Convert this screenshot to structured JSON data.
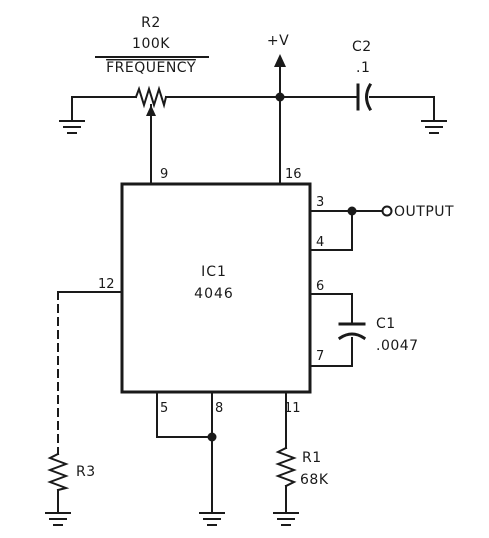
{
  "supply": {
    "label": "+V"
  },
  "ic": {
    "ref": "IC1",
    "part": "4046"
  },
  "r2": {
    "ref": "R2",
    "value": "100K",
    "name": "FREQUENCY"
  },
  "c2": {
    "ref": "C2",
    "value": ".1"
  },
  "c1": {
    "ref": "C1",
    "value": ".0047"
  },
  "r1": {
    "ref": "R1",
    "value": "68K"
  },
  "r3": {
    "ref": "R3"
  },
  "output": {
    "label": "OUTPUT"
  },
  "pins": {
    "p3": "3",
    "p4": "4",
    "p5": "5",
    "p6": "6",
    "p7": "7",
    "p8": "8",
    "p9": "9",
    "p11": "11",
    "p12": "12",
    "p16": "16"
  }
}
